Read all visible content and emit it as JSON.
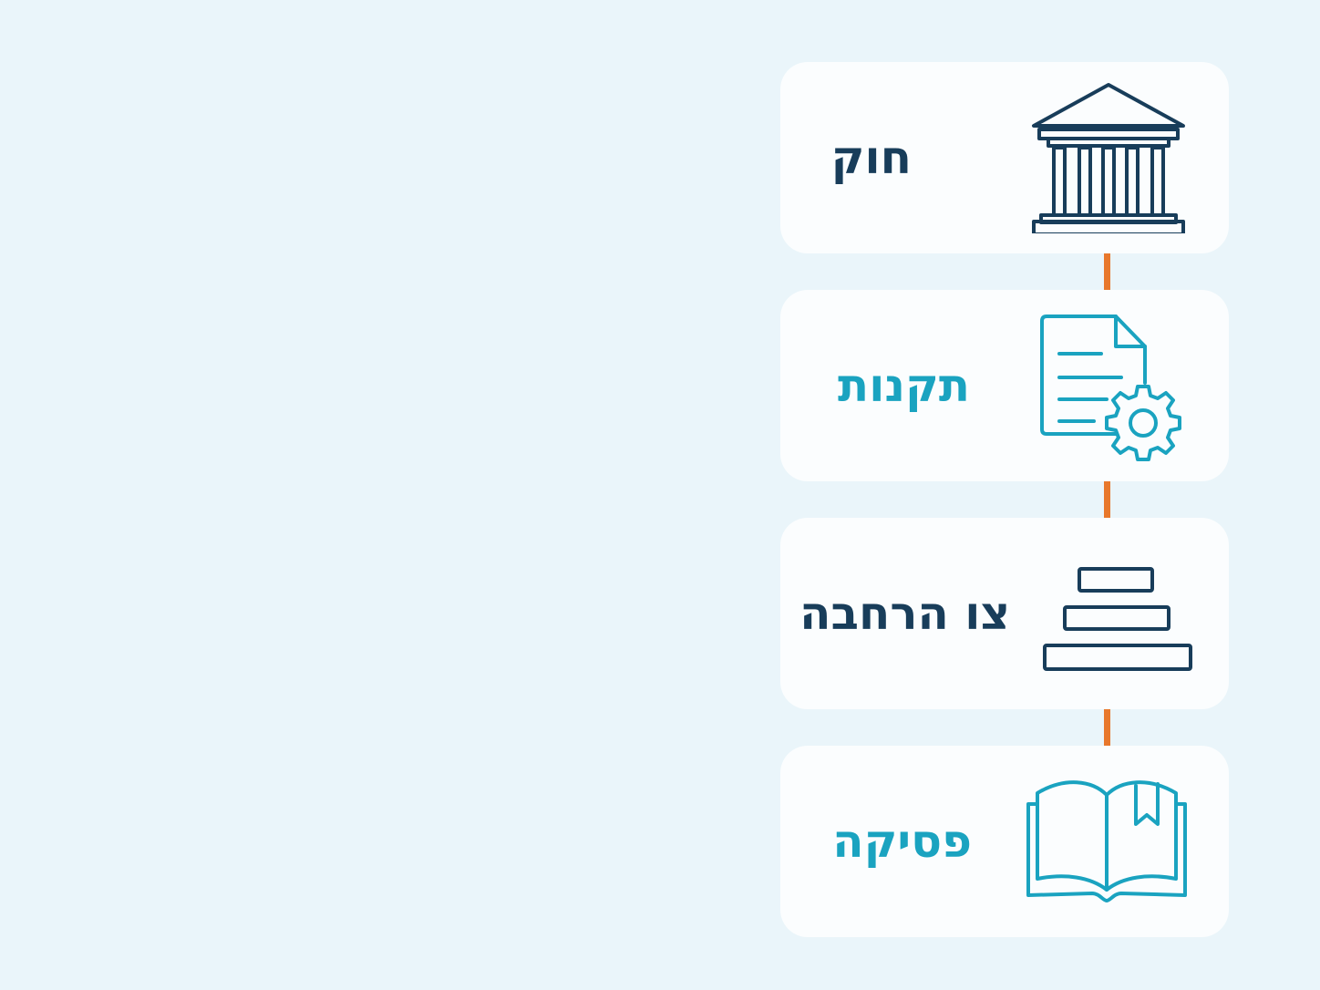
{
  "items": [
    {
      "label": "חוק",
      "icon": "courthouse-icon",
      "color": "#183d5a"
    },
    {
      "label": "תקנות",
      "icon": "document-gear-icon",
      "color": "#1aa3c0"
    },
    {
      "label": "צו הרחבה",
      "icon": "stacked-bars-icon",
      "color": "#183d5a"
    },
    {
      "label": "פסיקה",
      "icon": "open-book-icon",
      "color": "#1aa3c0"
    }
  ],
  "colors": {
    "dark": "#183d5a",
    "teal": "#1aa3c0",
    "connector": "#e8782c",
    "background": "#eaf5fa",
    "card": "#fbfdfe"
  }
}
